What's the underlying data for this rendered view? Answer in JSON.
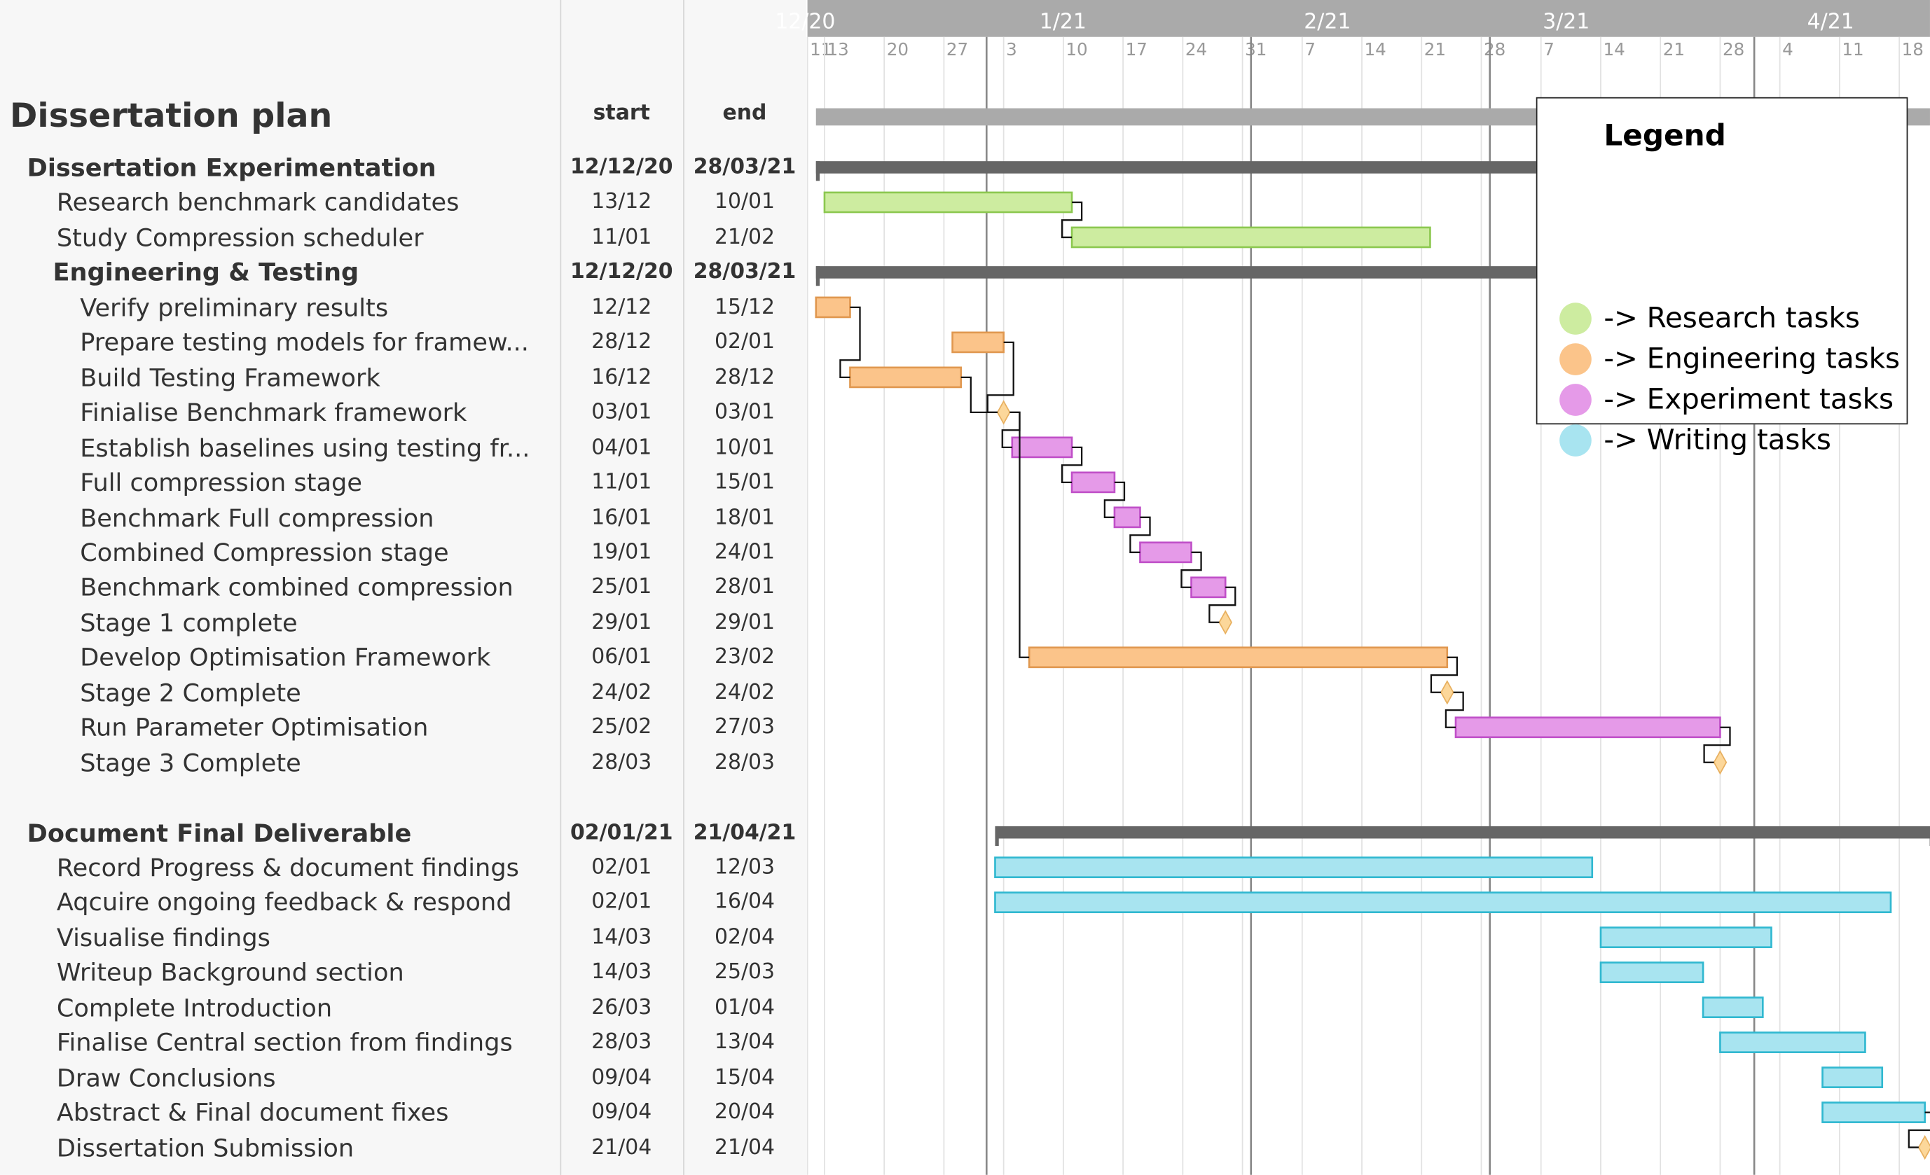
{
  "chart_data": {
    "type": "gantt",
    "title": "Dissertation plan",
    "columns": {
      "start": "start",
      "end": "end"
    },
    "month_labels": [
      {
        "label": "12/20",
        "date": "2020-12-01"
      },
      {
        "label": "1/21",
        "date": "2021-01-01"
      },
      {
        "label": "2/21",
        "date": "2021-02-01"
      },
      {
        "label": "3/21",
        "date": "2021-03-01"
      },
      {
        "label": "4/21",
        "date": "2021-04-01"
      }
    ],
    "month_boundaries": [
      "2021-01-01",
      "2021-02-01",
      "2021-03-01",
      "2021-04-01"
    ],
    "week_labels": [
      {
        "label": "11",
        "date": "2020-12-11"
      },
      {
        "label": "13",
        "date": "2020-12-13"
      },
      {
        "label": "20",
        "date": "2020-12-20"
      },
      {
        "label": "27",
        "date": "2020-12-27"
      },
      {
        "label": "3",
        "date": "2021-01-03"
      },
      {
        "label": "10",
        "date": "2021-01-10"
      },
      {
        "label": "17",
        "date": "2021-01-17"
      },
      {
        "label": "24",
        "date": "2021-01-24"
      },
      {
        "label": "31",
        "date": "2021-01-31"
      },
      {
        "label": "7",
        "date": "2021-02-07"
      },
      {
        "label": "14",
        "date": "2021-02-14"
      },
      {
        "label": "21",
        "date": "2021-02-21"
      },
      {
        "label": "28",
        "date": "2021-02-28"
      },
      {
        "label": "7",
        "date": "2021-03-07"
      },
      {
        "label": "14",
        "date": "2021-03-14"
      },
      {
        "label": "21",
        "date": "2021-03-21"
      },
      {
        "label": "28",
        "date": "2021-03-28"
      },
      {
        "label": "4",
        "date": "2021-04-04"
      },
      {
        "label": "11",
        "date": "2021-04-11"
      },
      {
        "label": "18",
        "date": "2021-04-18"
      }
    ],
    "x_range": [
      "2020-12-11",
      "2021-04-22"
    ],
    "colors": {
      "research": {
        "fill": "#cdeca0",
        "stroke": "#8cc850"
      },
      "engineering": {
        "fill": "#fbc48a",
        "stroke": "#e09850"
      },
      "experiment": {
        "fill": "#e59ae8",
        "stroke": "#c050c8"
      },
      "writing": {
        "fill": "#a8e4f0",
        "stroke": "#30b8d0"
      },
      "milestone": {
        "fill": "#fcd79a",
        "stroke": "#e8b060"
      },
      "project": "#aaaaaa",
      "group": "#666666",
      "header": "#aaaaaa"
    },
    "project_row": {
      "start_date": "2020-12-12",
      "end_date": "2021-04-21"
    },
    "rows": [
      {
        "id": 0,
        "name": "Dissertation Experimentation",
        "kind": "group",
        "indent": 1,
        "start": "12/12/20",
        "end": "28/03/21",
        "start_date": "2020-12-12",
        "end_date": "2021-03-28"
      },
      {
        "id": 1,
        "name": "Research benchmark candidates",
        "kind": "task",
        "cat": "research",
        "indent": 2,
        "start": "13/12",
        "end": "10/01",
        "start_date": "2020-12-13",
        "end_date": "2021-01-10"
      },
      {
        "id": 2,
        "name": "Study Compression scheduler",
        "kind": "task",
        "cat": "research",
        "indent": 2,
        "start": "11/01",
        "end": "21/02",
        "start_date": "2021-01-11",
        "end_date": "2021-02-21"
      },
      {
        "id": 3,
        "name": "Engineering & Testing",
        "kind": "group",
        "indent": 2,
        "start": "12/12/20",
        "end": "28/03/21",
        "start_date": "2020-12-12",
        "end_date": "2021-03-28"
      },
      {
        "id": 4,
        "name": "Verify preliminary results",
        "kind": "task",
        "cat": "engineering",
        "indent": 3,
        "start": "12/12",
        "end": "15/12",
        "start_date": "2020-12-12",
        "end_date": "2020-12-15"
      },
      {
        "id": 5,
        "name": "Prepare testing models for framew...",
        "kind": "task",
        "cat": "engineering",
        "indent": 3,
        "start": "28/12",
        "end": "02/01",
        "start_date": "2020-12-28",
        "end_date": "2021-01-02"
      },
      {
        "id": 6,
        "name": "Build Testing Framework",
        "kind": "task",
        "cat": "engineering",
        "indent": 3,
        "start": "16/12",
        "end": "28/12",
        "start_date": "2020-12-16",
        "end_date": "2020-12-28"
      },
      {
        "id": 7,
        "name": "Finialise Benchmark framework",
        "kind": "milestone",
        "indent": 3,
        "start": "03/01",
        "end": "03/01",
        "start_date": "2021-01-03",
        "end_date": "2021-01-03"
      },
      {
        "id": 8,
        "name": "Establish baselines using testing fr...",
        "kind": "task",
        "cat": "experiment",
        "indent": 3,
        "start": "04/01",
        "end": "10/01",
        "start_date": "2021-01-04",
        "end_date": "2021-01-10"
      },
      {
        "id": 9,
        "name": "Full compression stage",
        "kind": "task",
        "cat": "experiment",
        "indent": 3,
        "start": "11/01",
        "end": "15/01",
        "start_date": "2021-01-11",
        "end_date": "2021-01-15"
      },
      {
        "id": 10,
        "name": "Benchmark Full compression",
        "kind": "task",
        "cat": "experiment",
        "indent": 3,
        "start": "16/01",
        "end": "18/01",
        "start_date": "2021-01-16",
        "end_date": "2021-01-18"
      },
      {
        "id": 11,
        "name": "Combined Compression stage",
        "kind": "task",
        "cat": "experiment",
        "indent": 3,
        "start": "19/01",
        "end": "24/01",
        "start_date": "2021-01-19",
        "end_date": "2021-01-24"
      },
      {
        "id": 12,
        "name": "Benchmark combined compression",
        "kind": "task",
        "cat": "experiment",
        "indent": 3,
        "start": "25/01",
        "end": "28/01",
        "start_date": "2021-01-25",
        "end_date": "2021-01-28"
      },
      {
        "id": 13,
        "name": "Stage 1 complete",
        "kind": "milestone",
        "indent": 3,
        "start": "29/01",
        "end": "29/01",
        "start_date": "2021-01-29",
        "end_date": "2021-01-29"
      },
      {
        "id": 14,
        "name": "Develop Optimisation Framework",
        "kind": "task",
        "cat": "engineering",
        "indent": 3,
        "start": "06/01",
        "end": "23/02",
        "start_date": "2021-01-06",
        "end_date": "2021-02-23"
      },
      {
        "id": 15,
        "name": "Stage 2 Complete",
        "kind": "milestone",
        "indent": 3,
        "start": "24/02",
        "end": "24/02",
        "start_date": "2021-02-24",
        "end_date": "2021-02-24"
      },
      {
        "id": 16,
        "name": "Run Parameter Optimisation",
        "kind": "task",
        "cat": "experiment",
        "indent": 3,
        "start": "25/02",
        "end": "27/03",
        "start_date": "2021-02-25",
        "end_date": "2021-03-27"
      },
      {
        "id": 17,
        "name": "Stage 3 Complete",
        "kind": "milestone",
        "indent": 3,
        "start": "28/03",
        "end": "28/03",
        "start_date": "2021-03-28",
        "end_date": "2021-03-28"
      },
      {
        "id": 18,
        "name": "",
        "kind": "spacer"
      },
      {
        "id": 19,
        "name": "Document Final Deliverable",
        "kind": "group",
        "indent": 1,
        "start": "02/01/21",
        "end": "21/04/21",
        "start_date": "2021-01-02",
        "end_date": "2021-04-21"
      },
      {
        "id": 20,
        "name": "Record Progress & document findings",
        "kind": "task",
        "cat": "writing",
        "indent": 2,
        "start": "02/01",
        "end": "12/03",
        "start_date": "2021-01-02",
        "end_date": "2021-03-12"
      },
      {
        "id": 21,
        "name": "Aqcuire ongoing feedback & respond",
        "kind": "task",
        "cat": "writing",
        "indent": 2,
        "start": "02/01",
        "end": "16/04",
        "start_date": "2021-01-02",
        "end_date": "2021-04-16"
      },
      {
        "id": 22,
        "name": "Visualise findings",
        "kind": "task",
        "cat": "writing",
        "indent": 2,
        "start": "14/03",
        "end": "02/04",
        "start_date": "2021-03-14",
        "end_date": "2021-04-02"
      },
      {
        "id": 23,
        "name": "Writeup Background section",
        "kind": "task",
        "cat": "writing",
        "indent": 2,
        "start": "14/03",
        "end": "25/03",
        "start_date": "2021-03-14",
        "end_date": "2021-03-25"
      },
      {
        "id": 24,
        "name": "Complete Introduction",
        "kind": "task",
        "cat": "writing",
        "indent": 2,
        "start": "26/03",
        "end": "01/04",
        "start_date": "2021-03-26",
        "end_date": "2021-04-01"
      },
      {
        "id": 25,
        "name": "Finalise Central section from findings",
        "kind": "task",
        "cat": "writing",
        "indent": 2,
        "start": "28/03",
        "end": "13/04",
        "start_date": "2021-03-28",
        "end_date": "2021-04-13"
      },
      {
        "id": 26,
        "name": "Draw Conclusions",
        "kind": "task",
        "cat": "writing",
        "indent": 2,
        "start": "09/04",
        "end": "15/04",
        "start_date": "2021-04-09",
        "end_date": "2021-04-15"
      },
      {
        "id": 27,
        "name": "Abstract & Final document fixes",
        "kind": "task",
        "cat": "writing",
        "indent": 2,
        "start": "09/04",
        "end": "20/04",
        "start_date": "2021-04-09",
        "end_date": "2021-04-20"
      },
      {
        "id": 28,
        "name": "Dissertation Submission",
        "kind": "milestone",
        "indent": 2,
        "start": "21/04",
        "end": "21/04",
        "start_date": "2021-04-21",
        "end_date": "2021-04-21"
      }
    ],
    "dependencies": [
      [
        1,
        2
      ],
      [
        4,
        6
      ],
      [
        6,
        7
      ],
      [
        5,
        7
      ],
      [
        7,
        8
      ],
      [
        7,
        14
      ],
      [
        8,
        9
      ],
      [
        9,
        10
      ],
      [
        10,
        11
      ],
      [
        11,
        12
      ],
      [
        12,
        13
      ],
      [
        14,
        15
      ],
      [
        15,
        16
      ],
      [
        16,
        17
      ],
      [
        27,
        28
      ]
    ],
    "legend": {
      "title": "Legend",
      "items": [
        {
          "label": "-> Research tasks",
          "color": "#cdeca0"
        },
        {
          "label": "-> Engineering tasks",
          "color": "#fbc48a"
        },
        {
          "label": "-> Experiment tasks",
          "color": "#e59ae8"
        },
        {
          "label": "-> Writing tasks",
          "color": "#a8e4f0"
        }
      ]
    }
  }
}
